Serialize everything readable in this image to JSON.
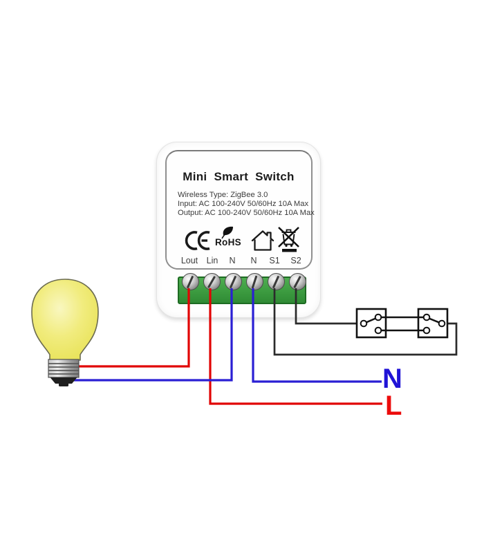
{
  "device": {
    "title": "Mini Smart Switch",
    "spec_lines": [
      "Wireless Type: ZigBee 3.0",
      "Input: AC 100-240V 50/60Hz 10A Max",
      "Output: AC 100-240V 50/60Hz 10A Max"
    ],
    "certifications": [
      "CE",
      "RoHS",
      "indoor-use-house",
      "weee-crossed-out-bin"
    ],
    "rohs_label": "RoHS",
    "terminal_labels": [
      "Lout",
      "Lin",
      "N",
      "N",
      "S1",
      "S2"
    ]
  },
  "wiring": {
    "neutral_label": "N",
    "live_label": "L",
    "wire_colors": {
      "live": "#e10505",
      "neutral": "#2a1fd4",
      "switch_signal": "#2b2b2b"
    },
    "terminal_block_color": "#3c9b40",
    "bulb_color": "#f1ec7e",
    "load": "light-bulb",
    "external_switches": 2
  }
}
